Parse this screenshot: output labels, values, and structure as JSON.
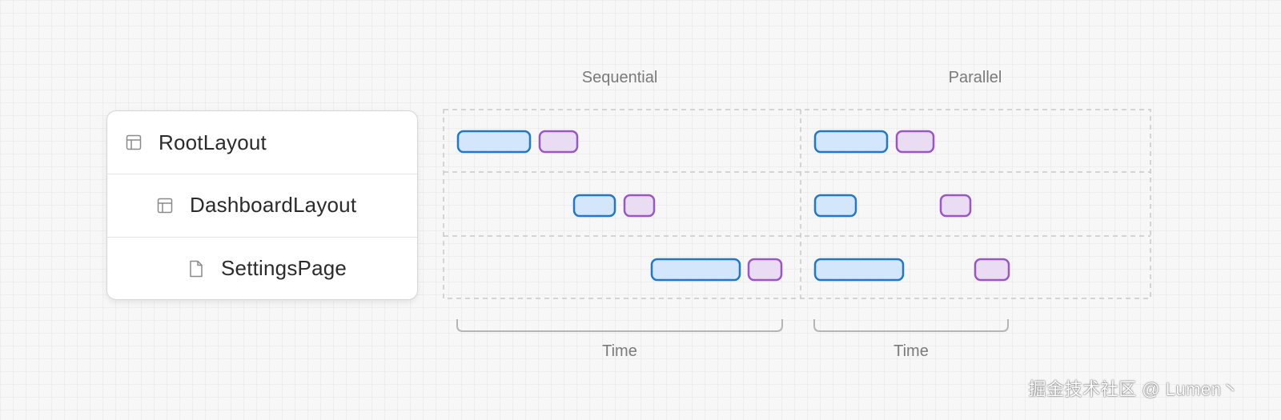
{
  "columns": {
    "sequential_label": "Sequential",
    "parallel_label": "Parallel"
  },
  "tree": {
    "items": [
      {
        "label": "RootLayout",
        "icon": "layout-icon",
        "depth": 0
      },
      {
        "label": "DashboardLayout",
        "icon": "layout-icon",
        "depth": 1
      },
      {
        "label": "SettingsPage",
        "icon": "file-icon",
        "depth": 2
      }
    ]
  },
  "time": {
    "sequential_label": "Time",
    "parallel_label": "Time"
  },
  "colors": {
    "blue_fill": "#d4e6fb",
    "blue_stroke": "#1f77d0",
    "purple_fill": "#eadcf2",
    "purple_stroke": "#9a55c9",
    "dashed": "#c8c8c8",
    "bracket": "#b5b5b5"
  },
  "watermark": "掘金技术社区 @ Lumen丶"
}
